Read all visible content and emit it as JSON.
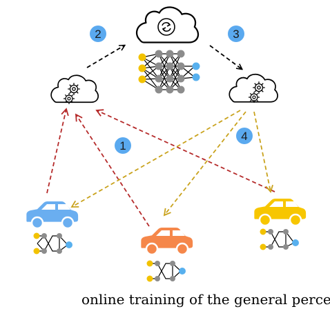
{
  "steps": [
    {
      "label": "1"
    },
    {
      "label": "2"
    },
    {
      "label": "3"
    },
    {
      "label": "4"
    }
  ],
  "caption": "online training of the general perception mo",
  "colors": {
    "vehicle_blue": "#6aaef0",
    "vehicle_orange": "#f5874a",
    "vehicle_yellow": "#f7c600",
    "upload_arrow": "#b52a2a",
    "download_arrow": "#c9a21c",
    "step_badge": "#5aa9ef",
    "network_node_gray": "#8c8c8c",
    "network_input_yellow": "#f2c200",
    "network_output_blue": "#58b0ee"
  },
  "icons": [
    "server-cloud-icon",
    "edge-cloud-icon",
    "gear-icon",
    "sync-icon",
    "car-icon",
    "neural-network-icon"
  ]
}
